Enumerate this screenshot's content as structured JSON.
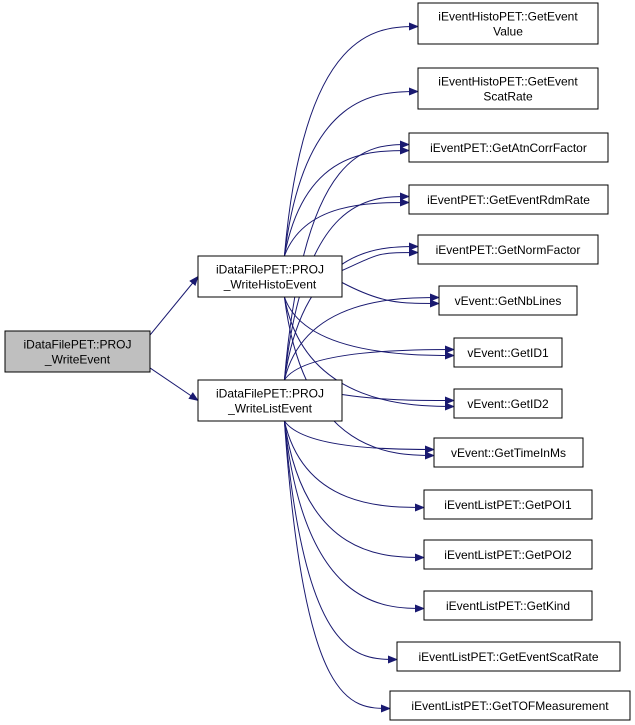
{
  "colors": {
    "edge": "#191970",
    "node_fill": "#ffffff",
    "root_fill": "#bfbfbf",
    "border": "#000000"
  },
  "nodes": {
    "root": {
      "lines": [
        "iDataFilePET::PROJ",
        "_WriteEvent"
      ]
    },
    "histo": {
      "lines": [
        "iDataFilePET::PROJ",
        "_WriteHistoEvent"
      ]
    },
    "list": {
      "lines": [
        "iDataFilePET::PROJ",
        "_WriteListEvent"
      ]
    },
    "hpValue": {
      "lines": [
        "iEventHistoPET::GetEvent",
        "Value"
      ]
    },
    "hpScat": {
      "lines": [
        "iEventHistoPET::GetEvent",
        "ScatRate"
      ]
    },
    "atn": {
      "lines": [
        "iEventPET::GetAtnCorrFactor"
      ]
    },
    "rdm": {
      "lines": [
        "iEventPET::GetEventRdmRate"
      ]
    },
    "norm": {
      "lines": [
        "iEventPET::GetNormFactor"
      ]
    },
    "nbLines": {
      "lines": [
        "vEvent::GetNbLines"
      ]
    },
    "id1": {
      "lines": [
        "vEvent::GetID1"
      ]
    },
    "id2": {
      "lines": [
        "vEvent::GetID2"
      ]
    },
    "time": {
      "lines": [
        "vEvent::GetTimeInMs"
      ]
    },
    "poi1": {
      "lines": [
        "iEventListPET::GetPOI1"
      ]
    },
    "poi2": {
      "lines": [
        "iEventListPET::GetPOI2"
      ]
    },
    "kind": {
      "lines": [
        "iEventListPET::GetKind"
      ]
    },
    "listScat": {
      "lines": [
        "iEventListPET::GetEventScatRate"
      ]
    },
    "tof": {
      "lines": [
        "iEventListPET::GetTOFMeasurement"
      ]
    }
  },
  "edges": [
    [
      "root",
      "histo"
    ],
    [
      "root",
      "list"
    ],
    [
      "histo",
      "hpValue"
    ],
    [
      "histo",
      "hpScat"
    ],
    [
      "histo",
      "atn"
    ],
    [
      "histo",
      "rdm"
    ],
    [
      "histo",
      "norm"
    ],
    [
      "histo",
      "nbLines"
    ],
    [
      "histo",
      "id1"
    ],
    [
      "histo",
      "id2"
    ],
    [
      "histo",
      "time"
    ],
    [
      "list",
      "atn"
    ],
    [
      "list",
      "rdm"
    ],
    [
      "list",
      "norm"
    ],
    [
      "list",
      "nbLines"
    ],
    [
      "list",
      "id1"
    ],
    [
      "list",
      "id2"
    ],
    [
      "list",
      "time"
    ],
    [
      "list",
      "poi1"
    ],
    [
      "list",
      "poi2"
    ],
    [
      "list",
      "kind"
    ],
    [
      "list",
      "listScat"
    ],
    [
      "list",
      "tof"
    ]
  ]
}
